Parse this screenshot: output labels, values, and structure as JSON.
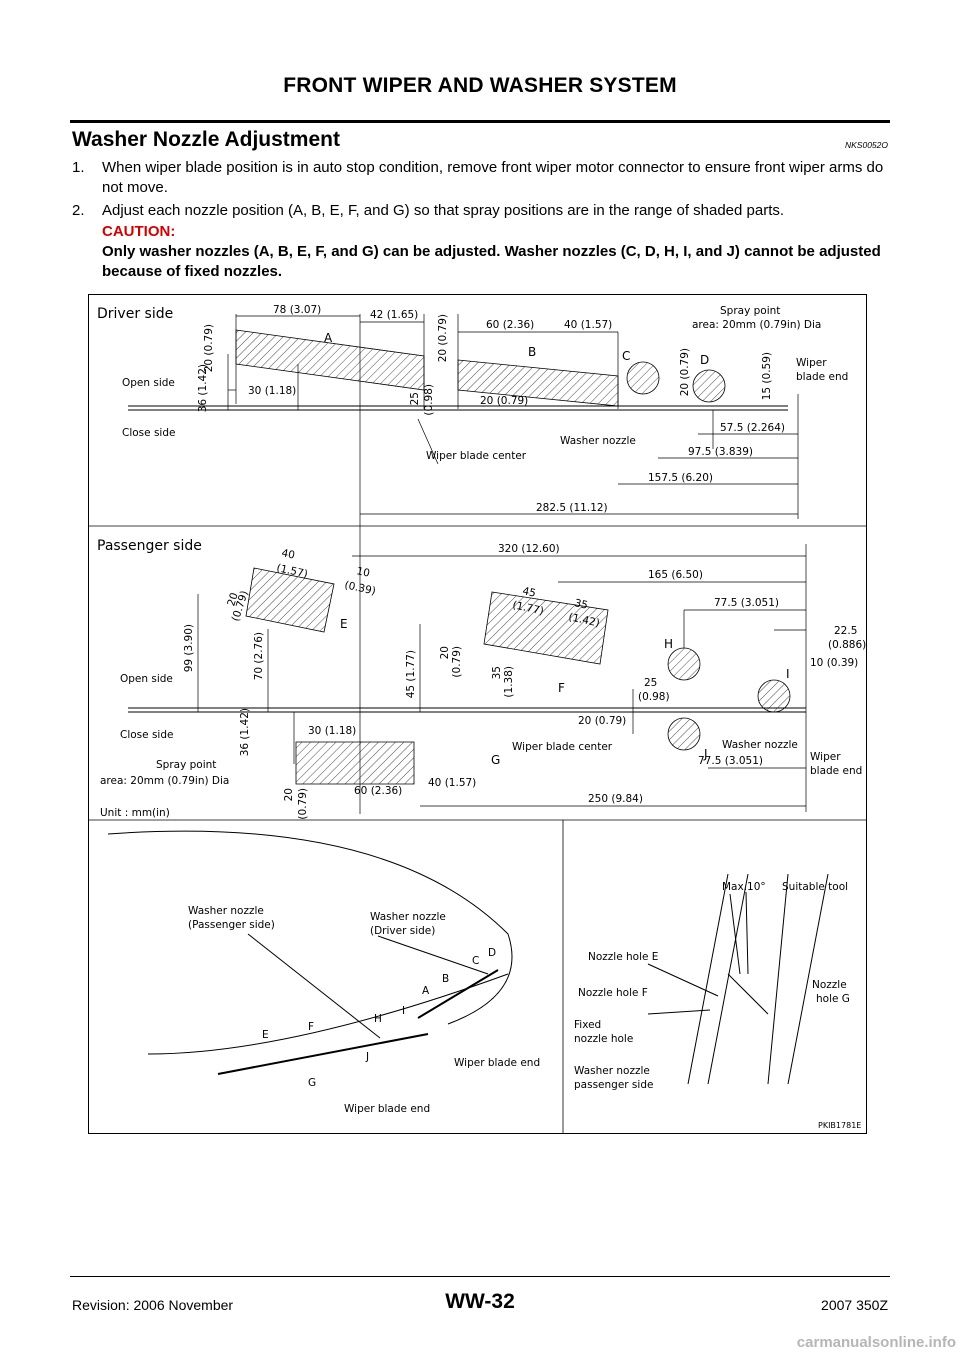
{
  "header": {
    "title": "FRONT WIPER AND WASHER SYSTEM"
  },
  "section": {
    "title": "Washer Nozzle Adjustment",
    "code": "NKS0052O"
  },
  "steps": [
    {
      "num": "1.",
      "text": "When wiper blade position is in auto stop condition, remove front wiper motor connector to ensure front wiper arms do not move."
    },
    {
      "num": "2.",
      "text": "Adjust each nozzle position (A, B, E, F, and G) so that spray positions are in the range of shaded parts."
    }
  ],
  "caution": {
    "heading": "CAUTION:",
    "text": "Only washer nozzles (A, B, E, F, and G) can be adjusted. Washer nozzles (C, D, H, I, and J) cannot be adjusted because of fixed nozzles."
  },
  "figure": {
    "id": "PKIB1781E",
    "driver": {
      "title": "Driver side",
      "spray_note_1": "Spray point",
      "spray_note_2": "area: 20mm (0.79in) Dia",
      "open_side": "Open side",
      "close_side": "Close side",
      "wiper_blade_center": "Wiper blade center",
      "washer_nozzle": "Washer nozzle",
      "wiper_blade_end_1": "Wiper",
      "wiper_blade_end_2": "blade end",
      "dims": {
        "d20a": "20 (0.79)",
        "d78": "78 (3.07)",
        "d42": "42 (1.65)",
        "d20b": "20 (0.79)",
        "d60": "60 (2.36)",
        "d40": "40 (1.57)",
        "d20c": "20 (0.79)",
        "d15": "15 (0.59)",
        "d36": "36 (1.42)",
        "d30": "30 (1.18)",
        "d25a": "25",
        "d25b": "(0.98)",
        "d20d": "20 (0.79)",
        "d57": "57.5 (2.264)",
        "d97": "97.5 (3.839)",
        "d157": "157.5 (6.20)",
        "d282": "282.5 (11.12)"
      }
    },
    "passenger": {
      "title": "Passenger side",
      "spray_note_1": "Spray point",
      "spray_note_2": "area: 20mm (0.79in) Dia",
      "open_side": "Open side",
      "close_side": "Close side",
      "wiper_blade_center": "Wiper blade center",
      "washer_nozzle": "Washer nozzle",
      "wiper_blade_end_1": "Wiper",
      "wiper_blade_end_2": "blade end",
      "unit": "Unit : mm(in)",
      "dims": {
        "d40a": "40",
        "d40b": "(1.57)",
        "d10a": "10",
        "d10b": "(0.39)",
        "d320": "320 (12.60)",
        "d165": "165 (6.50)",
        "d45a": "45",
        "d45b": "(1.77)",
        "d35a": "35",
        "d35b": "(1.42)",
        "d77a": "77.5 (3.051)",
        "d22a": "22.5",
        "d22b": "(0.886)",
        "d10c": "10 (0.39)",
        "d20e1": "20",
        "d20e2": "(0.79)",
        "d99": "99 (3.90)",
        "d70": "70 (2.76)",
        "d45c": "45 (1.77)",
        "d20f1": "20",
        "d20f2": "(0.79)",
        "d35c1": "35",
        "d35c2": "(1.38)",
        "d25a": "25",
        "d25b": "(0.98)",
        "d20g": "20 (0.79)",
        "d36": "36 (1.42)",
        "d30": "30 (1.18)",
        "d20h1": "20",
        "d20h2": "(0.79)",
        "d60": "60 (2.36)",
        "d40c": "40 (1.57)",
        "d77b": "77.5 (3.051)",
        "d250": "250 (9.84)"
      }
    },
    "letters": [
      "A",
      "B",
      "C",
      "D",
      "E",
      "F",
      "G",
      "H",
      "I",
      "J"
    ],
    "car_view": {
      "washer_nozzle_passenger_1": "Washer nozzle",
      "washer_nozzle_passenger_2": "(Passenger side)",
      "washer_nozzle_driver_1": "Washer nozzle",
      "washer_nozzle_driver_2": "(Driver side)",
      "wiper_blade_end": "Wiper blade end"
    },
    "tool_view": {
      "max": "Max.10°",
      "suitable_tool": "Suitable tool",
      "nozzle_e": "Nozzle hole E",
      "nozzle_f": "Nozzle hole F",
      "nozzle_g_1": "Nozzle",
      "nozzle_g_2": "hole G",
      "fixed_1": "Fixed",
      "fixed_2": "nozzle hole",
      "washer_pass_1": "Washer nozzle",
      "washer_pass_2": "passenger side"
    }
  },
  "footer": {
    "left": "Revision: 2006 November",
    "center": "WW-32",
    "right": "2007 350Z"
  },
  "watermark": "carmanualsonline.info"
}
